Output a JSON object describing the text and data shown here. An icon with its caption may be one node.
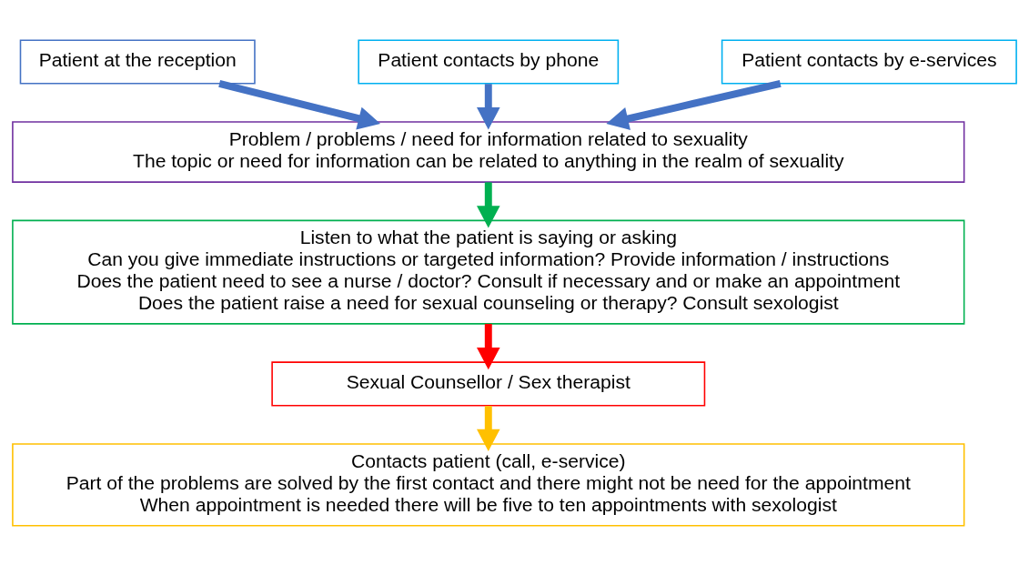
{
  "diagram": {
    "nodes": [
      {
        "text": [
          "Patient at the reception"
        ]
      },
      {
        "text": [
          "Patient contacts by phone"
        ]
      },
      {
        "text": [
          "Patient contacts by e-services"
        ]
      },
      {
        "text": [
          "Problem / problems / need for information related to sexuality",
          "The topic or need for information can be related to anything in the realm of sexuality"
        ]
      },
      {
        "text": [
          "Listen to what the patient is saying or asking",
          "Can you give immediate instructions or targeted information? Provide information / instructions",
          "Does the patient need to see a nurse / doctor? Consult if necessary and or make an appointment",
          "Does the patient raise a need for sexual counseling or therapy? Consult sexologist"
        ]
      },
      {
        "text": [
          "Sexual Counsellor / Sex therapist"
        ]
      },
      {
        "text": [
          "Contacts patient (call, e-service)",
          "Part of the problems are solved by the first contact and there might not be need for the appointment",
          "When appointment is needed there will be five to ten appointments with sexologist"
        ]
      }
    ],
    "edges": [
      {
        "from": 0,
        "to": 3,
        "arrow": "to"
      },
      {
        "from": 1,
        "to": 3,
        "arrow": "to"
      },
      {
        "from": 2,
        "to": 3,
        "arrow": "to"
      },
      {
        "from": 3,
        "to": 4,
        "arrow": "to",
        "color": "#00b050"
      },
      {
        "from": 4,
        "to": 5,
        "arrow": "to",
        "color": "#ff0000"
      },
      {
        "from": 5,
        "to": 6,
        "arrow": "to",
        "color": "#ffc000"
      }
    ]
  }
}
